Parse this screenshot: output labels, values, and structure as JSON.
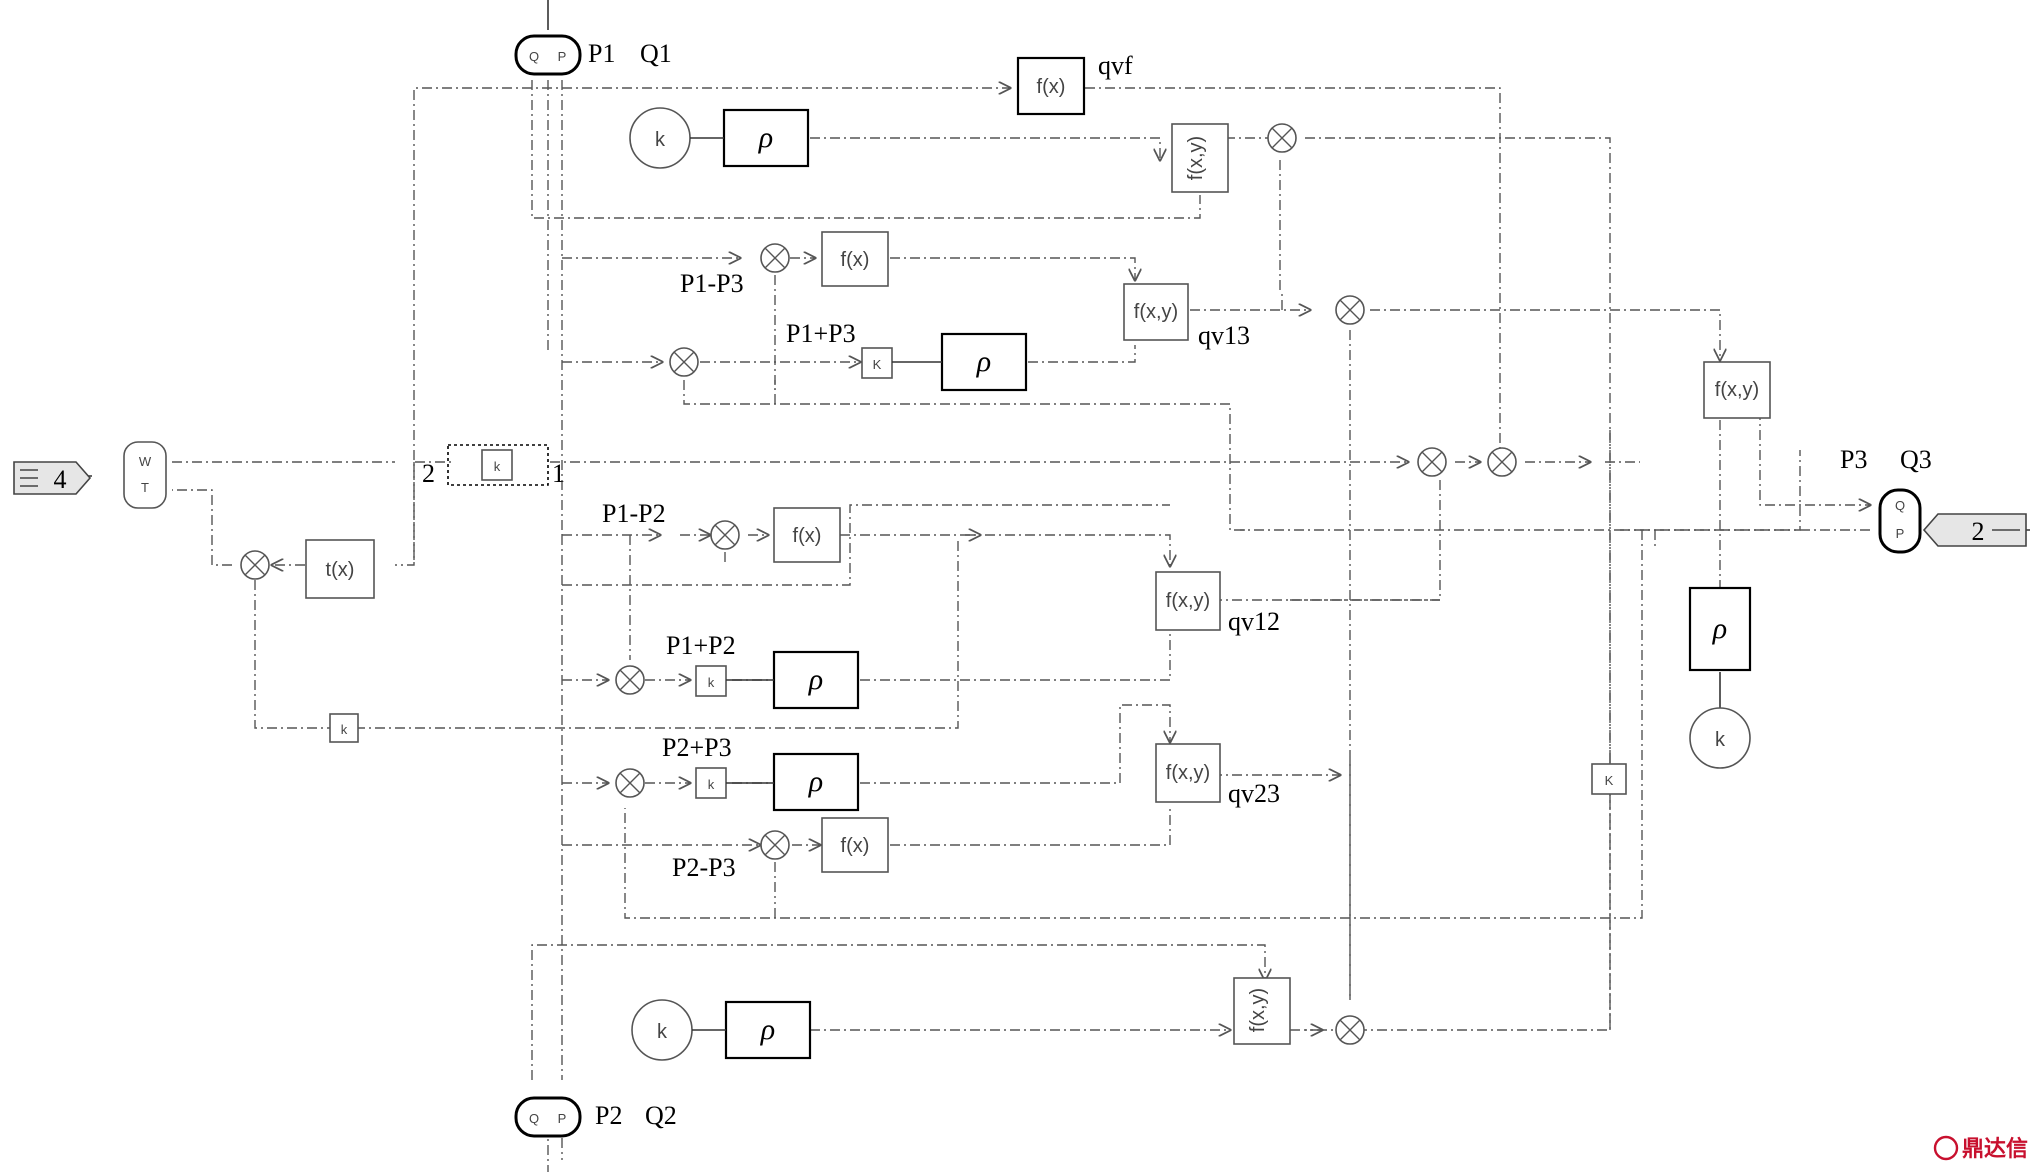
{
  "labels": {
    "p1": "P1",
    "q1": "Q1",
    "p2": "P2",
    "q2": "Q2",
    "p3": "P3",
    "q3": "Q3",
    "qvf": "qvf",
    "qv13": "qv13",
    "qv12": "qv12",
    "qv23": "qv23",
    "p1_minus_p3": "P1-P3",
    "p1_plus_p3": "P1+P3",
    "p1_minus_p2": "P1-P2",
    "p1_plus_p2": "P1+P2",
    "p2_plus_p3": "P2+P3",
    "p2_minus_p3": "P2-P3"
  },
  "connectors": {
    "left_num": "4",
    "right_num": "2"
  },
  "node_marks": {
    "n2": "2",
    "n1": "1"
  },
  "glyphs": {
    "fx": "f(x)",
    "fxy": "f(x,y)",
    "k": "k",
    "K": "K",
    "rho": "ρ",
    "wt_w": "W",
    "wt_t": "T",
    "tx": "t(x)",
    "qp_q": "Q",
    "qp_p": "P"
  },
  "watermark": "鼎达信",
  "colors": {
    "line": "#555555",
    "watermark": "#c8102e"
  }
}
